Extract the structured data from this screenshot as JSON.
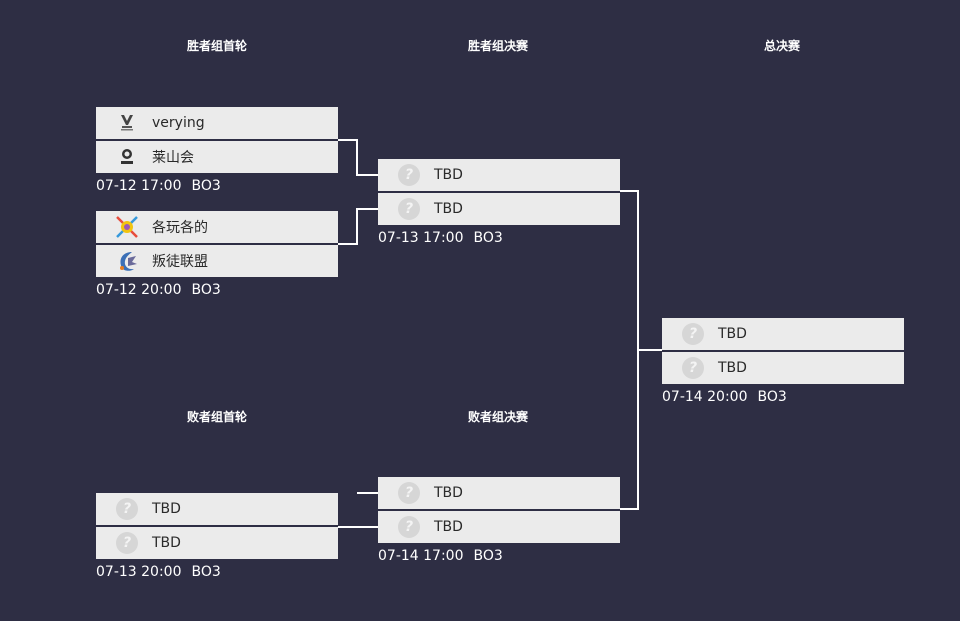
{
  "rounds": {
    "winners_r1": "胜者组首轮",
    "winners_final": "胜者组决赛",
    "grand_final": "总决赛",
    "losers_r1": "败者组首轮",
    "losers_final": "败者组决赛"
  },
  "matches": {
    "w1a": {
      "team1": {
        "name": "verying",
        "icon": "verying-logo"
      },
      "team2": {
        "name": "莱山会",
        "icon": "laishanhui-logo"
      },
      "time": "07-12 17:00",
      "format": "BO3"
    },
    "w1b": {
      "team1": {
        "name": "各玩各的",
        "icon": "gewangede-logo"
      },
      "team2": {
        "name": "叛徒联盟",
        "icon": "pantulianmeng-logo"
      },
      "time": "07-12 20:00",
      "format": "BO3"
    },
    "wf": {
      "team1": {
        "name": "TBD",
        "icon": "question-icon"
      },
      "team2": {
        "name": "TBD",
        "icon": "question-icon"
      },
      "time": "07-13 17:00",
      "format": "BO3"
    },
    "gf": {
      "team1": {
        "name": "TBD",
        "icon": "question-icon"
      },
      "team2": {
        "name": "TBD",
        "icon": "question-icon"
      },
      "time": "07-14 20:00",
      "format": "BO3"
    },
    "l1": {
      "team1": {
        "name": "TBD",
        "icon": "question-icon"
      },
      "team2": {
        "name": "TBD",
        "icon": "question-icon"
      },
      "time": "07-13 20:00",
      "format": "BO3"
    },
    "lf": {
      "team1": {
        "name": "TBD",
        "icon": "question-icon"
      },
      "team2": {
        "name": "TBD",
        "icon": "question-icon"
      },
      "time": "07-14 17:00",
      "format": "BO3"
    }
  },
  "tbd_glyph": "?",
  "colors": {
    "background": "#2e2e44",
    "card": "#ebebeb",
    "connector": "#ffffff",
    "text_dark": "#2a2a2a"
  }
}
